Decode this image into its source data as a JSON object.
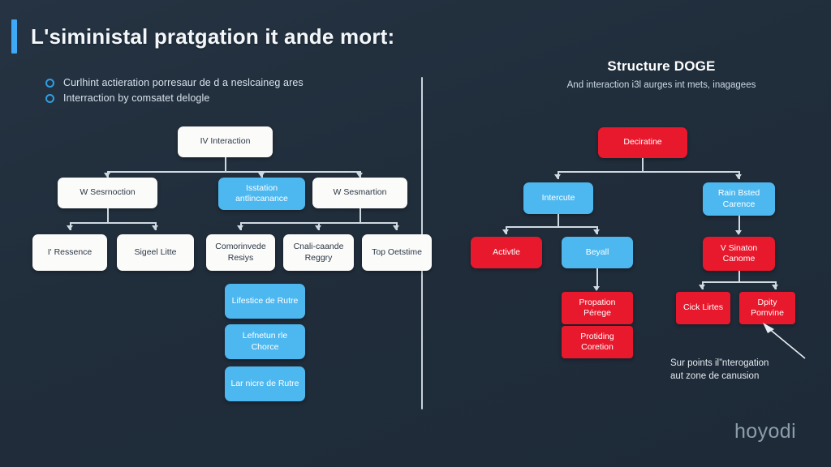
{
  "slide": {
    "title": "L'siministal pratgation it ande mort:",
    "accent_color": "#3fa9f5",
    "background_color": "#22303f",
    "watermark": "hoyodi"
  },
  "bullets": [
    {
      "text": "Curlhint actieration porresaur de d a neslcaineg ares"
    },
    {
      "text": "Interraction by comsatet delogle"
    }
  ],
  "right_heading": {
    "title": "Structure DOGE",
    "subtitle": "And interaction i3l aurges int mets, inagagees"
  },
  "left_tree": {
    "root": {
      "label": "IV Interaction",
      "style": "white"
    },
    "level2": [
      {
        "label": "W Sesrnoction",
        "style": "white"
      },
      {
        "label": "Isstation antlincanance",
        "style": "blue"
      },
      {
        "label": "W Sesmartion",
        "style": "white"
      }
    ],
    "level3": [
      {
        "label": "I' Ressence",
        "style": "white"
      },
      {
        "label": "Sigeel Litte",
        "style": "white"
      },
      {
        "label": "Comorinvede Resiys",
        "style": "white"
      },
      {
        "label": "Cnali-caande Reggry",
        "style": "white"
      },
      {
        "label": "Top Oetstime",
        "style": "white"
      }
    ],
    "stack": [
      {
        "label": "Lifestice de Rutre",
        "style": "blue"
      },
      {
        "label": "Lefnetun rle Chorce",
        "style": "blue"
      },
      {
        "label": "Lar nicre de Rutre",
        "style": "blue"
      }
    ]
  },
  "right_tree": {
    "root": {
      "label": "Deciratine",
      "style": "red"
    },
    "level2": [
      {
        "label": "Intercute",
        "style": "blue"
      },
      {
        "label": "Rain Bsted Carence",
        "style": "blue"
      }
    ],
    "level3": [
      {
        "label": "Activtle",
        "style": "red"
      },
      {
        "label": "Beyall",
        "style": "blue"
      },
      {
        "label": "V Sinaton Canome",
        "style": "red"
      }
    ],
    "level4": [
      {
        "label": "Propation Pérege",
        "style": "red"
      },
      {
        "label": "Protiding Coretion",
        "style": "red"
      },
      {
        "label": "Cick Lirtes",
        "style": "red"
      },
      {
        "label": "Dpity Pomvine",
        "style": "red"
      }
    ]
  },
  "callout": {
    "line1": "Sur points il”nterogation",
    "line2": "aut zone de canusion"
  },
  "colors": {
    "red": "#e8192c",
    "blue": "#4db8f0",
    "white": "#fbfbfa",
    "connector": "#cfd9e2"
  }
}
